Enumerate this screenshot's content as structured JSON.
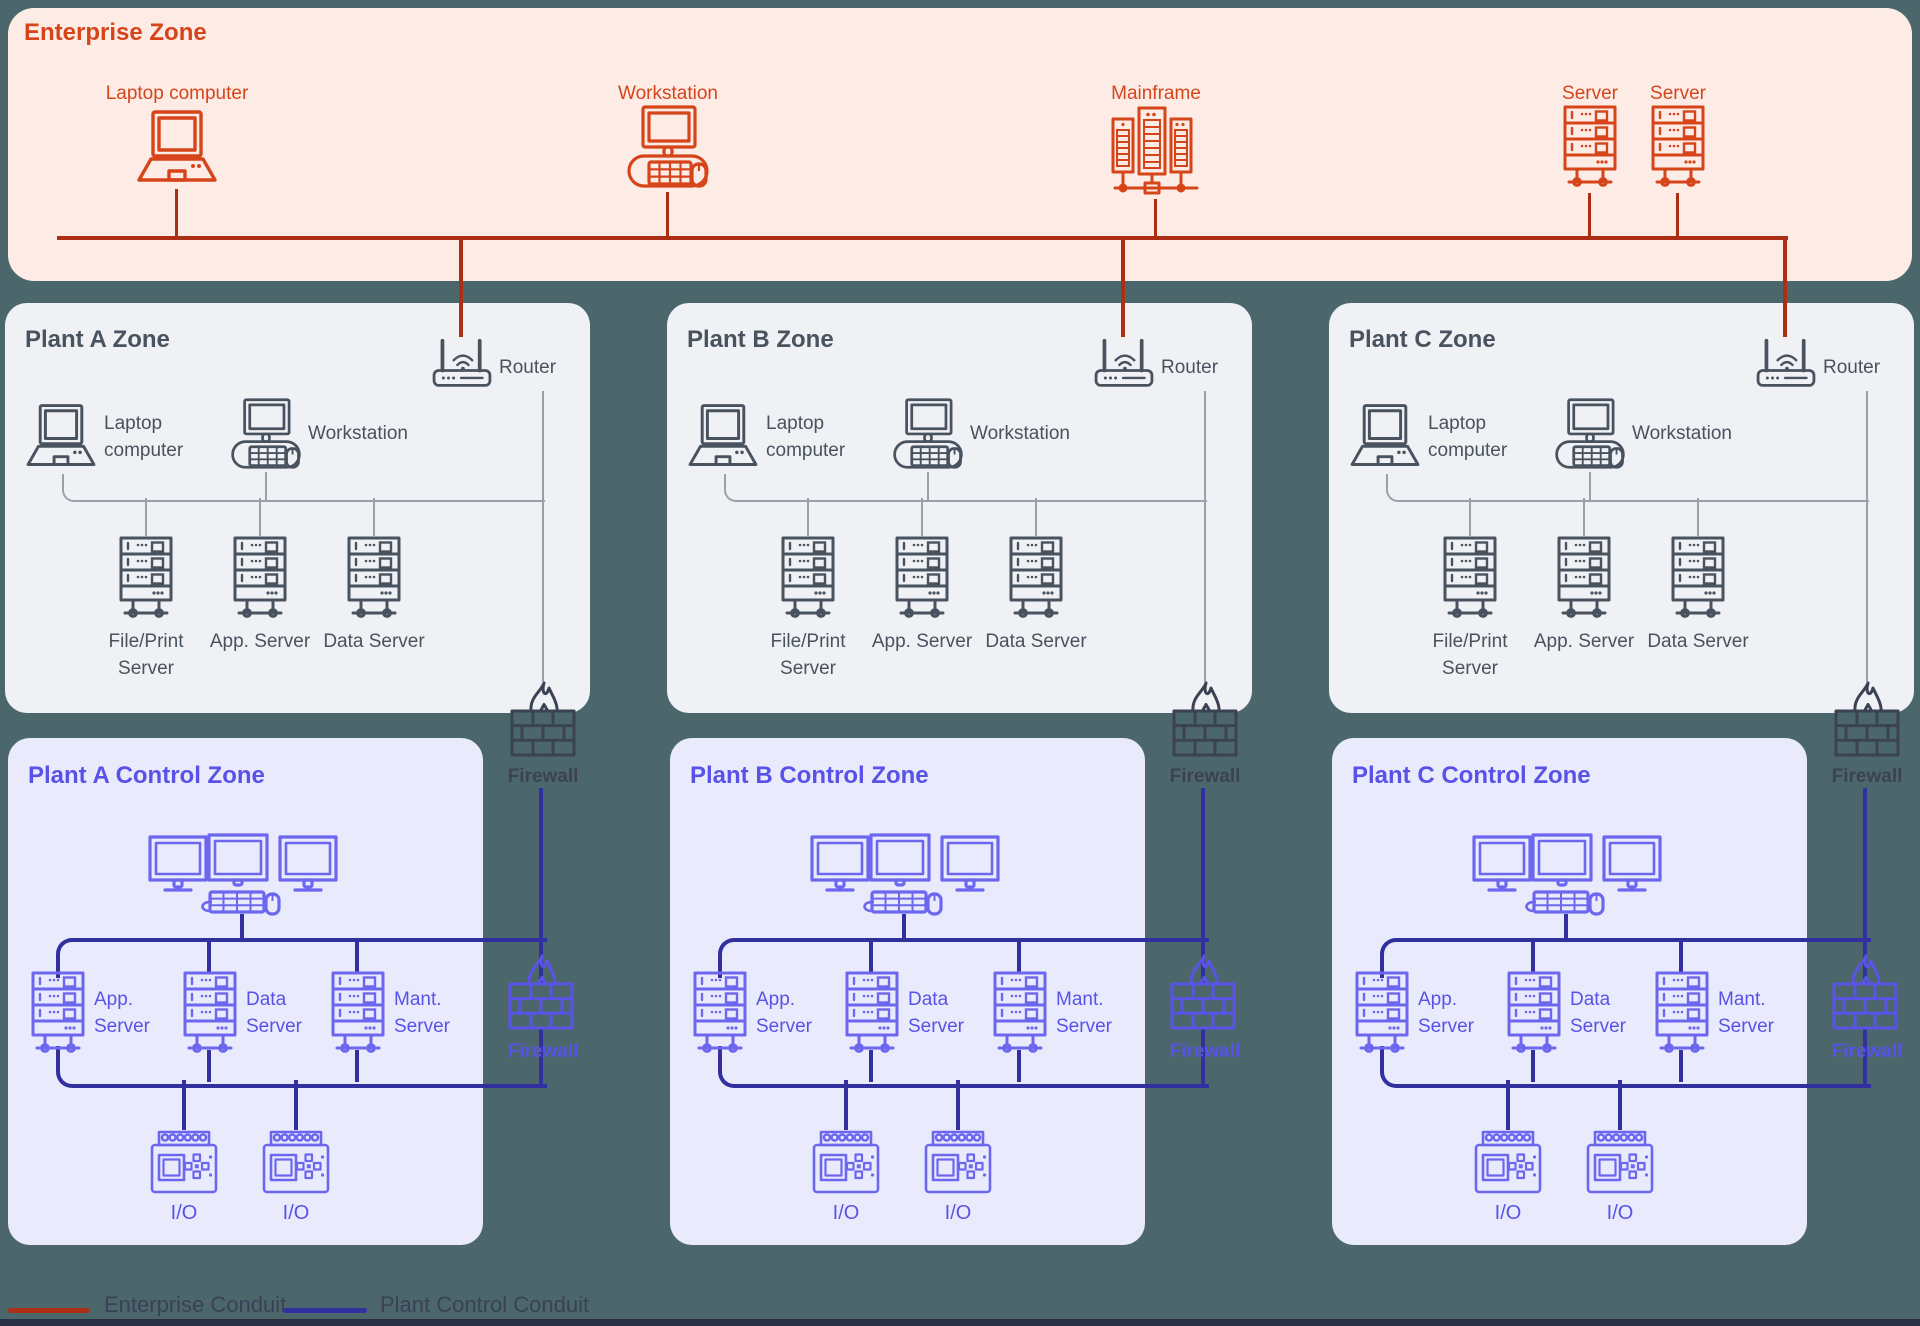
{
  "colors": {
    "page_bg": "#4c676b",
    "bottom_bar": "#2b3145",
    "enterprise_bg": "#fdece6",
    "enterprise_accent": "#d6451a",
    "enterprise_line": "#ac2f15",
    "plant_bg": "#f0f1f4",
    "plant_ink": "#49525f",
    "plant_line": "#9aa1ad",
    "control_bg": "#e9ebfc",
    "control_accent": "#5952e8",
    "control_icon": "#6d67f0",
    "conduit": "#322f9f",
    "firewall_dark": "#3a4254",
    "firewall_blue": "#5a53e8",
    "legend_text": "#3a4157"
  },
  "enterprise": {
    "title": "Enterprise Zone",
    "devices": {
      "laptop": "Laptop computer",
      "workstation": "Workstation",
      "mainframe": "Mainframe",
      "server1": "Server",
      "server2": "Server"
    }
  },
  "plants": [
    {
      "zone_title": "Plant A Zone",
      "router_label": "Router",
      "laptop_label": "Laptop computer",
      "workstation_label": "Workstation",
      "servers": [
        "File/Print Server",
        "App. Server",
        "Data Server"
      ],
      "firewall_upper": "Firewall",
      "control_title": "Plant A Control Zone",
      "control_servers": [
        "App. Server",
        "Data Server",
        "Mant. Server"
      ],
      "firewall_lower": "Firewall",
      "io_units": [
        "I/O",
        "I/O"
      ]
    },
    {
      "zone_title": "Plant B Zone",
      "router_label": "Router",
      "laptop_label": "Laptop computer",
      "workstation_label": "Workstation",
      "servers": [
        "File/Print Server",
        "App. Server",
        "Data Server"
      ],
      "firewall_upper": "Firewall",
      "control_title": "Plant B Control Zone",
      "control_servers": [
        "App. Server",
        "Data Server",
        "Mant. Server"
      ],
      "firewall_lower": "Firewall",
      "io_units": [
        "I/O",
        "I/O"
      ]
    },
    {
      "zone_title": "Plant C Zone",
      "router_label": "Router",
      "laptop_label": "Laptop computer",
      "workstation_label": "Workstation",
      "servers": [
        "File/Print Server",
        "App. Server",
        "Data Server"
      ],
      "firewall_upper": "Firewall",
      "control_title": "Plant C Control Zone",
      "control_servers": [
        "App. Server",
        "Data Server",
        "Mant. Server"
      ],
      "firewall_lower": "Firewall",
      "io_units": [
        "I/O",
        "I/O"
      ]
    }
  ],
  "legend": {
    "enterprise_conduit": "Enterprise Conduit",
    "plant_control_conduit": "Plant Control Conduit"
  }
}
